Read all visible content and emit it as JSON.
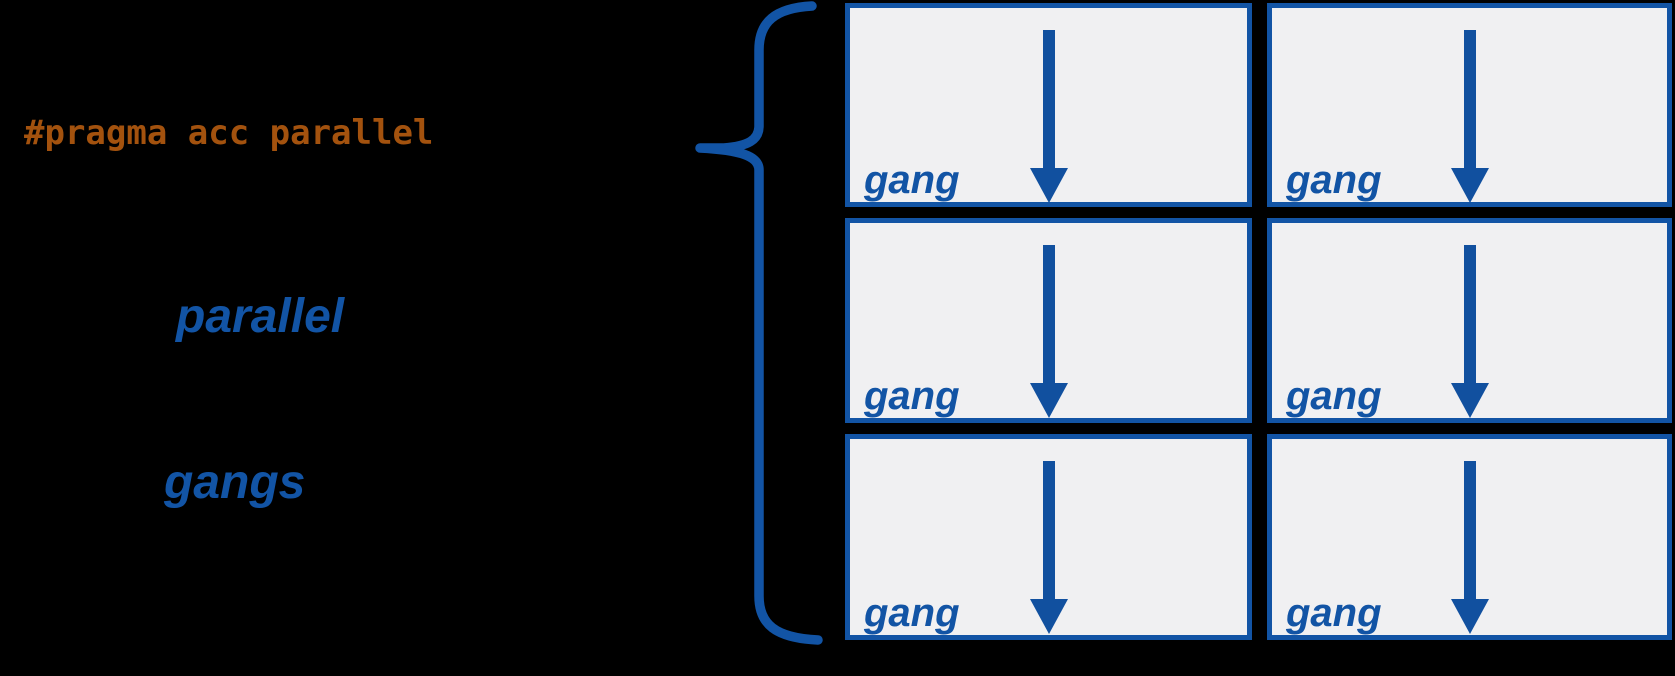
{
  "pragma": {
    "text": "#pragma acc parallel"
  },
  "labels": {
    "parallel": "parallel",
    "gangs": "gangs"
  },
  "grid": {
    "rows": 3,
    "cols": 2,
    "cells": [
      {
        "label": "gang"
      },
      {
        "label": "gang"
      },
      {
        "label": "gang"
      },
      {
        "label": "gang"
      },
      {
        "label": "gang"
      },
      {
        "label": "gang"
      }
    ]
  },
  "icons": {
    "brace": "left-curly-brace",
    "arrow": "down-arrow"
  },
  "colors": {
    "background": "#000000",
    "blue": "#1254A5",
    "arrow_blue": "#11509F",
    "orange": "#A3520E",
    "cell_fill": "#F0F0F2"
  }
}
